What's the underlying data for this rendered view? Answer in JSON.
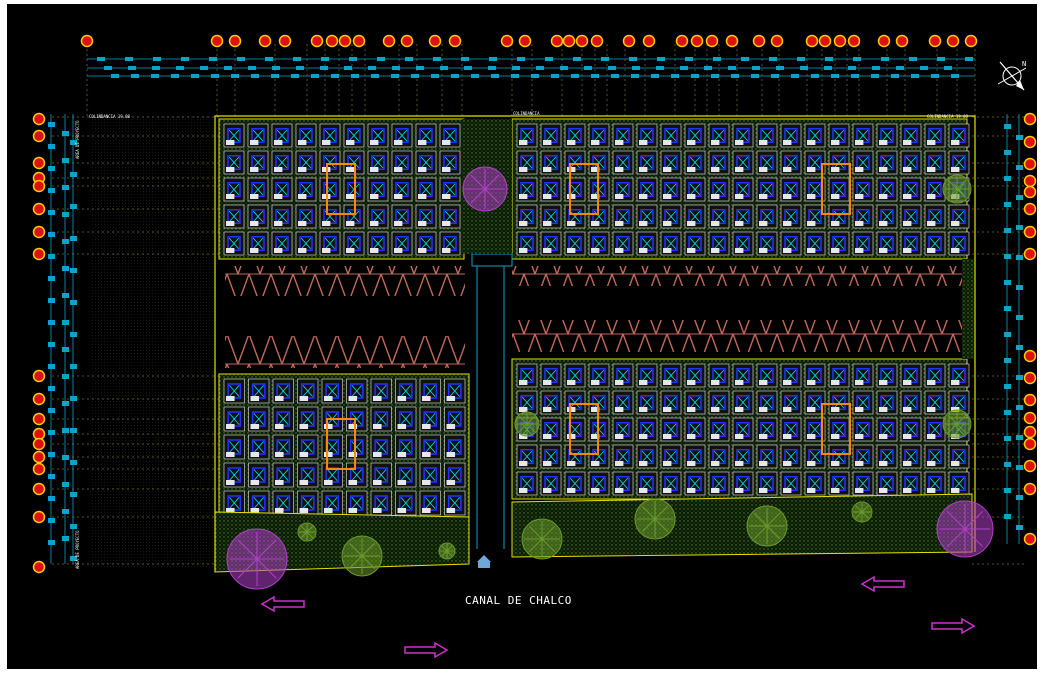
{
  "drawing": {
    "canal_label": "CANAL DE CHALCO",
    "corner_labels": {
      "top_left": "COLINDANCIA 19.08",
      "top_center": "COLINDANCIA",
      "top_right": "COLINDANCIA 19.08",
      "left_vertical_top": "AREA DE PROYECTO",
      "left_vertical_bottom": "AREA DE PROYECTO"
    }
  },
  "colors": {
    "background": "#000000",
    "frame": "#ffffff",
    "grid_bubble": "#ffcc00",
    "grid_bubble_fill": "#dd1111",
    "grid_line": "#b5a24a",
    "dimension": "#0aa3c9",
    "boundary": "#e6e000",
    "hatch": "#3d7a20",
    "ramp": "#c26a5a",
    "arrow": "#cc33cc",
    "tree_green": "#6b9a2c",
    "tree_pink": "#b040c8",
    "unit_blue": "#2233ff",
    "unit_white": "#e8e8e8",
    "cyan": "#00e5ff"
  },
  "icons": [
    "north-arrow-icon",
    "flow-arrow-icon",
    "tree-icon",
    "grid-bubble-icon"
  ]
}
